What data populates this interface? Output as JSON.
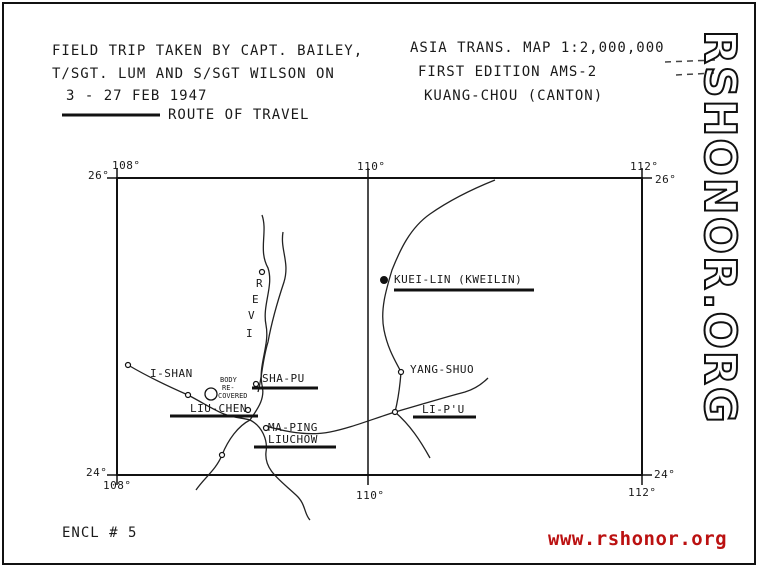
{
  "header": {
    "left_line1": "FIELD TRIP TAKEN BY CAPT. BAILEY,",
    "left_line2": "T/SGT. LUM AND S/SGT WILSON ON",
    "left_line3": "3 - 27 FEB 1947",
    "legend_label": "ROUTE OF TRAVEL",
    "right_line1": "ASIA TRANS. MAP   1:2,000,000",
    "right_line2": "FIRST EDITION  AMS-2",
    "right_line3": "KUANG-CHOU (CANTON)"
  },
  "grid": {
    "top_left_lat": "26°",
    "top_right_lat": "26°",
    "bottom_left_lat": "24°",
    "bottom_right_lat": "24°",
    "top_left_lon": "108°",
    "top_mid_lon": "110°",
    "top_right_lon": "112°",
    "bottom_left_lon": "108°",
    "bottom_mid_lon": "110°",
    "bottom_right_lon": "112°"
  },
  "places": {
    "kueilin": "KUEI-LIN (KWEILIN)",
    "yangshuo": "YANG-SHUO",
    "lipu": "LI-P'U",
    "ishan": "I-SHAN",
    "shapu": "SHA-PU",
    "liuchen": "LIU-CHEN",
    "maping": "MA-PING",
    "liuchow": "LIUCHOW",
    "body_note_1": "BODY",
    "body_note_2": "RE-",
    "body_note_3": "COVERED",
    "river_letters": [
      "I",
      "V",
      "E",
      "R"
    ]
  },
  "footer": {
    "enclosure": "ENCL # 5"
  },
  "watermark": {
    "vertical": "RSHONOR.ORG",
    "url": "www.rshonor.org",
    "url_color": "#bb1111"
  }
}
